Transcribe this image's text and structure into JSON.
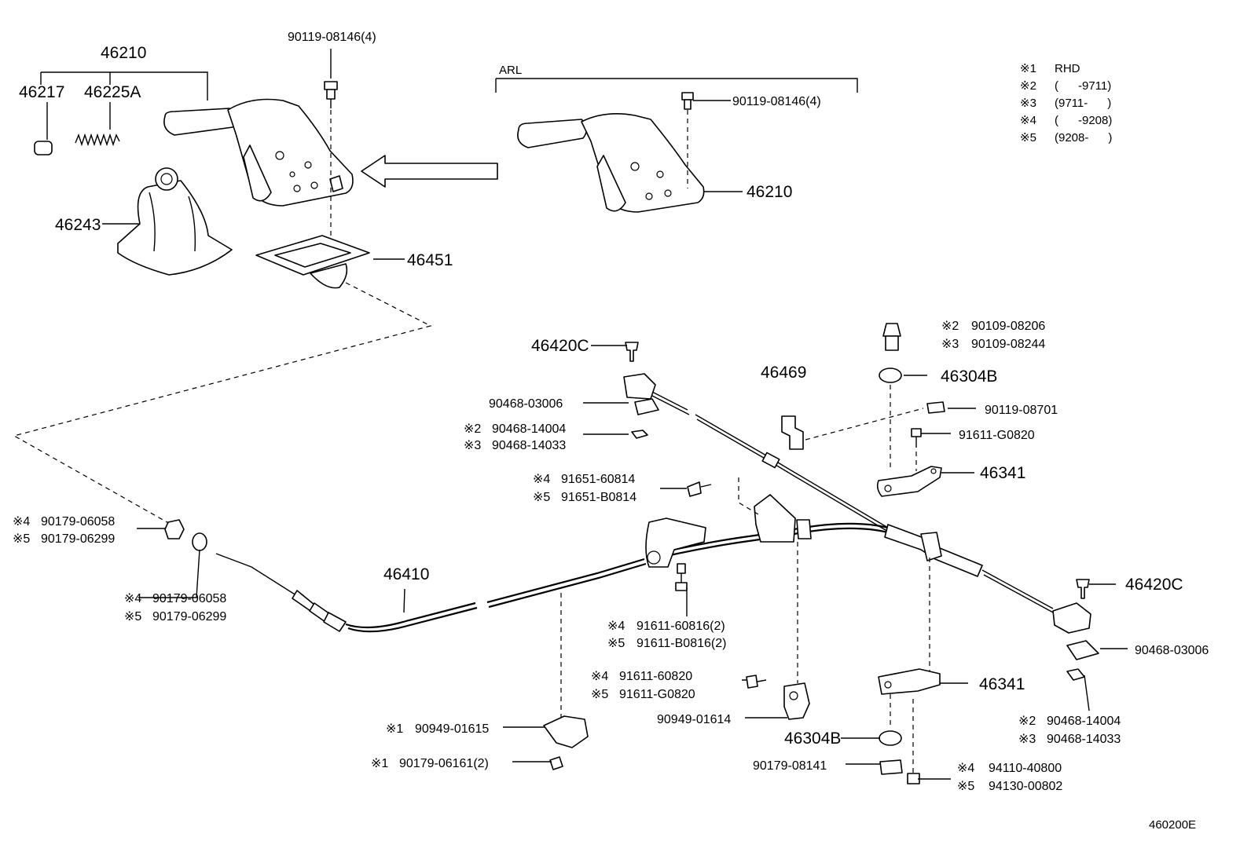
{
  "diagram": {
    "labels": {
      "p46210_top": "46210",
      "p46217": "46217",
      "p46225A": "46225A",
      "p46243": "46243",
      "p46451": "46451",
      "bolt_top": "90119-08146(4)",
      "arl": "ARL",
      "bolt_arl": "90119-08146(4)",
      "p46210_arl": "46210",
      "p46420C_a": "46420C",
      "p90468_03006_a": "90468-03006",
      "p90468_14004_a_mark": "※2",
      "p90468_14004_a": "90468-14004",
      "p90468_14033_a_mark": "※3",
      "p90468_14033_a": "90468-14033",
      "p46469": "46469",
      "p90109_08206_mark": "※2",
      "p90109_08206": "90109-08206",
      "p90109_08244_mark": "※3",
      "p90109_08244": "90109-08244",
      "p46304B_a": "46304B",
      "p90119_08701": "90119-08701",
      "p91611_G0820_a": "91611-G0820",
      "p46341_a": "46341",
      "p91651_60814_mark": "※4",
      "p91651_60814": "91651-60814",
      "p91651_B0814_mark": "※5",
      "p91651_B0814": "91651-B0814",
      "p90179_06058_a_mark": "※4",
      "p90179_06058_a": "90179-06058",
      "p90179_06299_a_mark": "※5",
      "p90179_06299_a": "90179-06299",
      "p46410": "46410",
      "p90179_06058_b_mark": "※4",
      "p90179_06058_b": "90179-06058",
      "p90179_06299_b_mark": "※5",
      "p90179_06299_b": "90179-06299",
      "p91611_60816_mark": "※4",
      "p91611_60816": "91611-60816(2)",
      "p91611_B0816_mark": "※5",
      "p91611_B0816": "91611-B0816(2)",
      "p46420C_b": "46420C",
      "p90468_03006_b": "90468-03006",
      "p91611_60820_mark": "※4",
      "p91611_60820": "91611-60820",
      "p91611_G0820_b_mark": "※5",
      "p91611_G0820_b": "91611-G0820",
      "p46341_b": "46341",
      "p90949_01614": "90949-01614",
      "p90949_01615_mark": "※1",
      "p90949_01615": "90949-01615",
      "p46304B_b": "46304B",
      "p90468_14004_b_mark": "※2",
      "p90468_14004_b": "90468-14004",
      "p90468_14033_b_mark": "※3",
      "p90468_14033_b": "90468-14033",
      "p90179_06161_mark": "※1",
      "p90179_06161": "90179-06161(2)",
      "p90179_08141": "90179-08141",
      "p94110_40800_mark": "※4",
      "p94110_40800": "94110-40800",
      "p94130_00802_mark": "※5",
      "p94130_00802": "94130-00802",
      "figure_id": "460200E"
    },
    "legend": [
      {
        "mark": "※1",
        "text": "RHD"
      },
      {
        "mark": "※2",
        "text": "(      -9711)"
      },
      {
        "mark": "※3",
        "text": "(9711-      )"
      },
      {
        "mark": "※4",
        "text": "(      -9208)"
      },
      {
        "mark": "※5",
        "text": "(9208-      )"
      }
    ]
  }
}
